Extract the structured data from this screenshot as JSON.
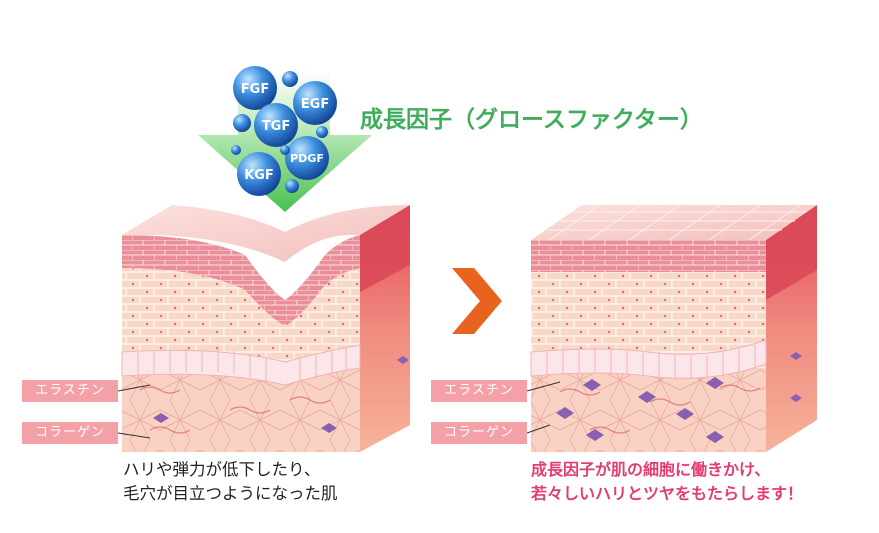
{
  "title": "成長因子（グロースファクター）",
  "growth_factors": [
    "FGF",
    "EGF",
    "TGF",
    "PDGF",
    "KGF"
  ],
  "labels": {
    "elastin": "エラスチン",
    "collagen": "コラーゲン"
  },
  "captions": {
    "before": "ハリや弾力が低下したり、\n毛穴が目立つようになった肌",
    "after": "成長因子が肌の細胞に働きかけ、\n若々しいハリとツヤをもたらします！"
  },
  "colors": {
    "title_green": "#3fae5b",
    "arrow_green": "#5cc86a",
    "chevron_orange": "#e8641e",
    "after_caption_pink": "#e63a72",
    "label_pink": "#f4a0a7",
    "bubble_blue": "#2d7ad6"
  }
}
